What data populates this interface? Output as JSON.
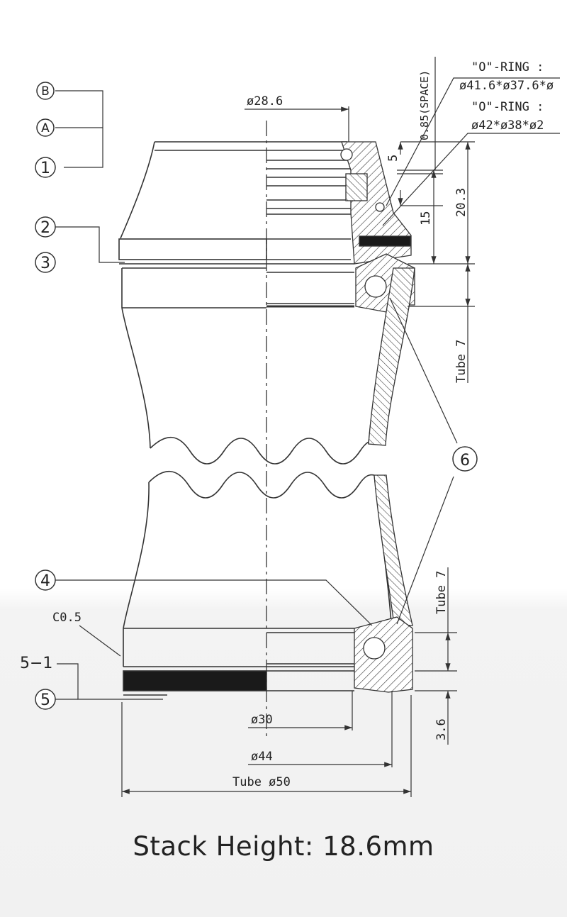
{
  "callouts": {
    "B": "B",
    "A": "A",
    "n1": "1",
    "n2": "2",
    "n3": "3",
    "n4": "4",
    "n5": "5",
    "n5_1": "5−1",
    "n6": "6"
  },
  "dimensions": {
    "d28_6": "ø28.6",
    "space": "0.85(SPACE)",
    "oring1_title": "\"O\"-RING :",
    "oring1_spec": "ø41.6*ø37.6*ø",
    "oring2_title": "\"O\"-RING :",
    "oring2_spec": "ø42*ø38*ø2",
    "d5": "5",
    "d15": "15",
    "d20_3": "20.3",
    "tube7_upper": "Tube 7",
    "tube7_lower": "Tube 7",
    "c0_5": "C0.5",
    "d3_6": "3.6",
    "d30": "ø30",
    "d44": "ø44",
    "tube50": "Tube ø50"
  },
  "caption": "Stack Height: 18.6mm"
}
